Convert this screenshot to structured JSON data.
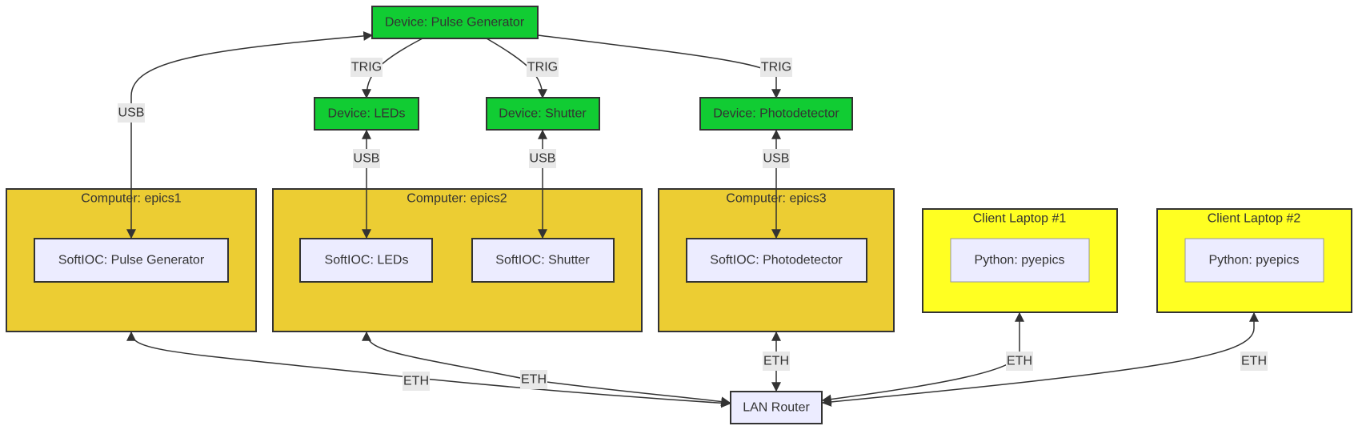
{
  "devices": {
    "pulse_generator": "Device: Pulse Generator",
    "leds": "Device: LEDs",
    "shutter": "Device: Shutter",
    "photodetector": "Device: Photodetector"
  },
  "computers": {
    "epics1": "Computer: epics1",
    "epics2": "Computer: epics2",
    "epics3": "Computer: epics3"
  },
  "laptops": {
    "laptop1": "Client Laptop #1",
    "laptop2": "Client Laptop #2"
  },
  "iocs": {
    "pulse_generator": "SoftIOC: Pulse Generator",
    "leds": "SoftIOC: LEDs",
    "shutter": "SoftIOC: Shutter",
    "photodetector": "SoftIOC: Photodetector"
  },
  "python": {
    "laptop1": "Python: pyepics",
    "laptop2": "Python: pyepics"
  },
  "router": "LAN Router",
  "edge_labels": {
    "trig": "TRIG",
    "usb": "USB",
    "eth": "ETH"
  },
  "colors": {
    "device": "#11cc33",
    "computer": "#eccd33",
    "laptop": "#ffff22",
    "node": "#ececff",
    "stroke": "#333333"
  }
}
